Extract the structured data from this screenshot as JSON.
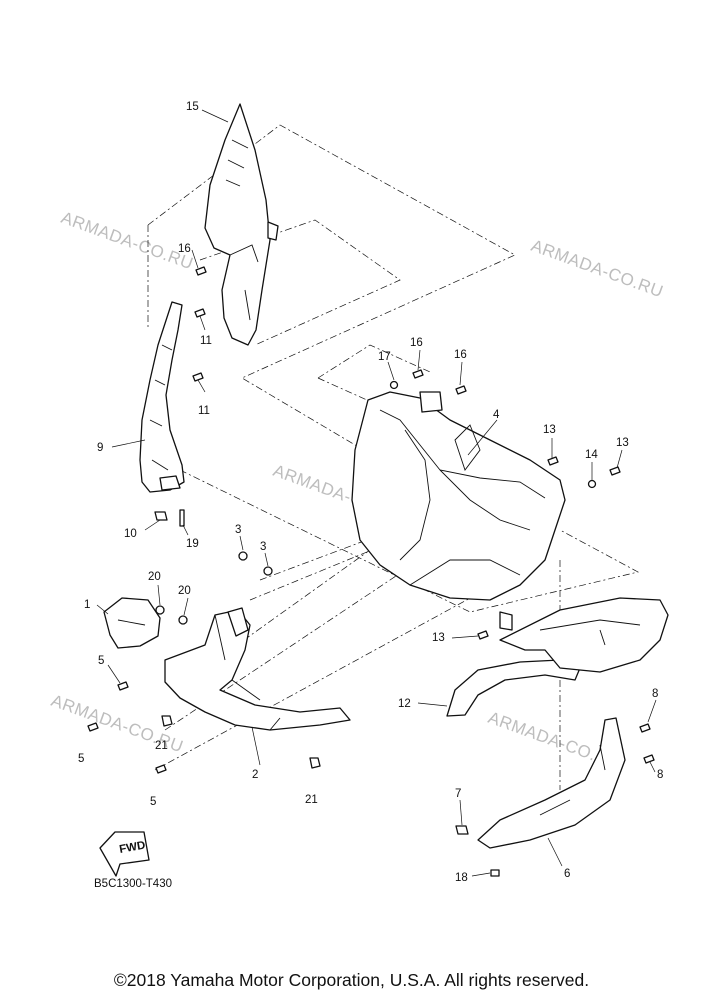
{
  "diagram": {
    "code": "B5C1300-T430",
    "fwd_label": "FWD",
    "watermark": "ARMADA-CO.RU",
    "callouts": [
      {
        "id": "c15",
        "text": "15"
      },
      {
        "id": "c16a",
        "text": "16"
      },
      {
        "id": "c11a",
        "text": "11"
      },
      {
        "id": "c11b",
        "text": "11"
      },
      {
        "id": "c9",
        "text": "9"
      },
      {
        "id": "c10",
        "text": "10"
      },
      {
        "id": "c19",
        "text": "19"
      },
      {
        "id": "c17",
        "text": "17"
      },
      {
        "id": "c16b",
        "text": "16"
      },
      {
        "id": "c16c",
        "text": "16"
      },
      {
        "id": "c4",
        "text": "4"
      },
      {
        "id": "c13a",
        "text": "13"
      },
      {
        "id": "c14",
        "text": "14"
      },
      {
        "id": "c13b",
        "text": "13"
      },
      {
        "id": "c3a",
        "text": "3"
      },
      {
        "id": "c3b",
        "text": "3"
      },
      {
        "id": "c20a",
        "text": "20"
      },
      {
        "id": "c20b",
        "text": "20"
      },
      {
        "id": "c1",
        "text": "1"
      },
      {
        "id": "c5a",
        "text": "5"
      },
      {
        "id": "c5b",
        "text": "5"
      },
      {
        "id": "c5c",
        "text": "5"
      },
      {
        "id": "c21a",
        "text": "21"
      },
      {
        "id": "c21b",
        "text": "21"
      },
      {
        "id": "c2",
        "text": "2"
      },
      {
        "id": "c13c",
        "text": "13"
      },
      {
        "id": "c12",
        "text": "12"
      },
      {
        "id": "c8a",
        "text": "8"
      },
      {
        "id": "c8b",
        "text": "8"
      },
      {
        "id": "c7",
        "text": "7"
      },
      {
        "id": "c6",
        "text": "6"
      },
      {
        "id": "c18",
        "text": "18"
      }
    ]
  },
  "footer": {
    "copyright": "©2018 Yamaha Motor Corporation, U.S.A. All rights reserved."
  }
}
